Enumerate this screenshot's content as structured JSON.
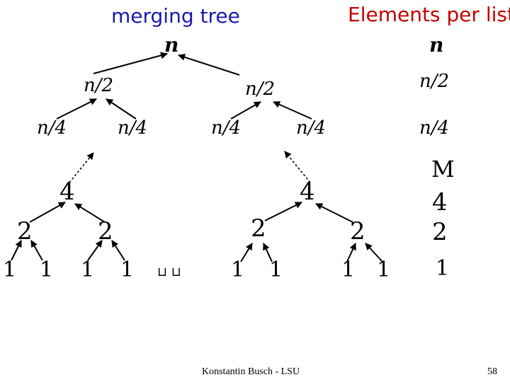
{
  "header": {
    "left_title": "merging tree",
    "right_title": "Elements per list"
  },
  "tree": {
    "root": "n",
    "level1": [
      "n/2",
      "n/2"
    ],
    "level2": [
      "n/4",
      "n/4",
      "n/4",
      "n/4"
    ],
    "level_4": [
      "4",
      "4"
    ],
    "level_2": [
      "2",
      "2",
      "2",
      "2"
    ],
    "leaves": [
      "1",
      "1",
      "1",
      "1",
      "1",
      "1",
      "1",
      "1"
    ],
    "ellipsis": "⊔ ⊔"
  },
  "elements_per_list": {
    "items": [
      "n",
      "n/2",
      "n/4",
      "M",
      "4",
      "2",
      "1"
    ]
  },
  "footer": {
    "author": "Konstantin Busch - LSU",
    "page": "58"
  }
}
